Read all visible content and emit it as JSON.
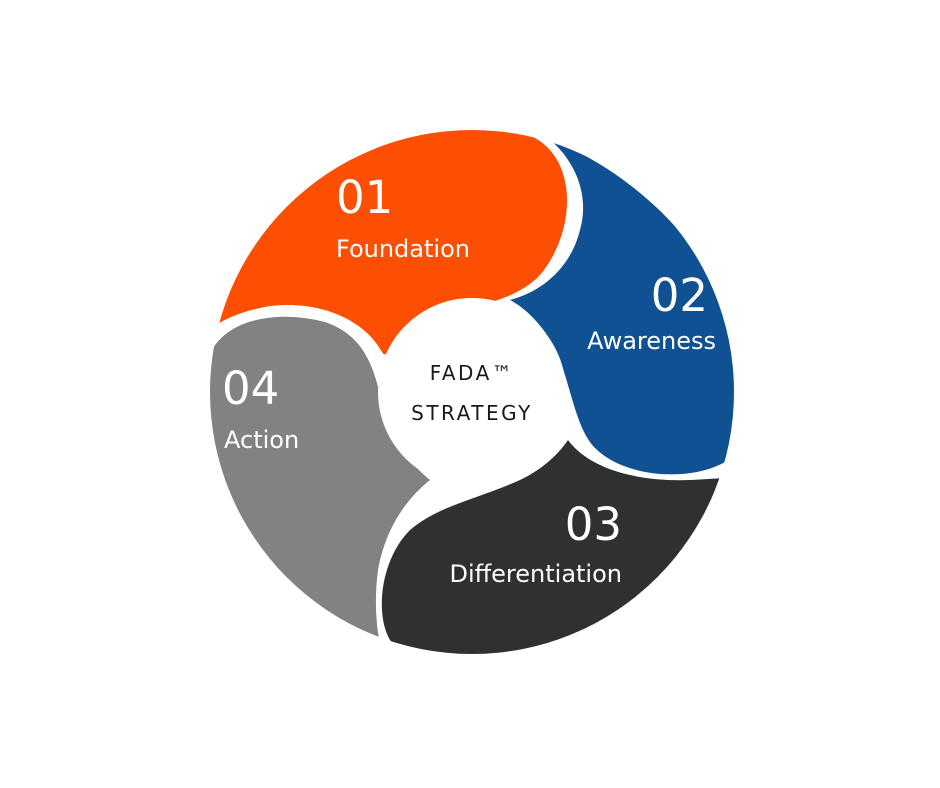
{
  "center": {
    "line1": "FADA™",
    "line2": "STRATEGY"
  },
  "segments": [
    {
      "number": "01",
      "label": "Foundation",
      "color": "#fc4f04"
    },
    {
      "number": "02",
      "label": "Awareness",
      "color": "#0f5192"
    },
    {
      "number": "03",
      "label": "Differentiation",
      "color": "#2f3130"
    },
    {
      "number": "04",
      "label": "Action",
      "color": "#818284"
    }
  ]
}
